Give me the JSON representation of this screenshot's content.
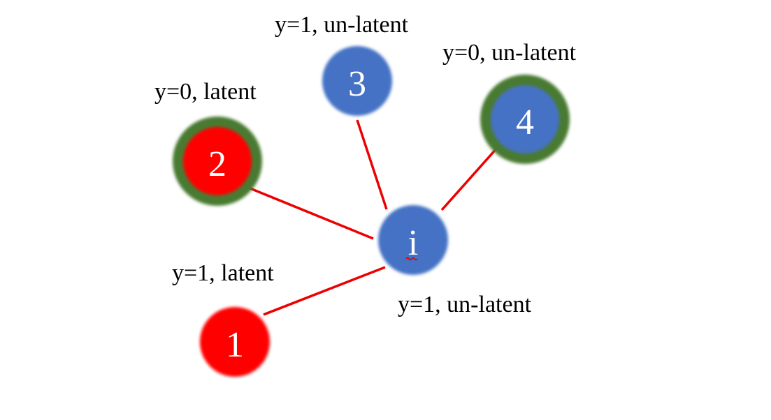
{
  "colors": {
    "edge": "#ee0000",
    "blue_node": "#4472c4",
    "red_node": "#ff0000",
    "latent_ring": "#4a7a30",
    "node_text": "#ffffff",
    "label_text": "#000000",
    "squiggle": "#cc0000"
  },
  "nodes": {
    "i": {
      "id": "i",
      "label": "y=1, un-latent"
    },
    "n1": {
      "id": "1",
      "label": "y=1, latent"
    },
    "n2": {
      "id": "2",
      "label": "y=0, latent"
    },
    "n3": {
      "id": "3",
      "label": "y=1, un-latent"
    },
    "n4": {
      "id": "4",
      "label": "y=0, un-latent"
    }
  }
}
